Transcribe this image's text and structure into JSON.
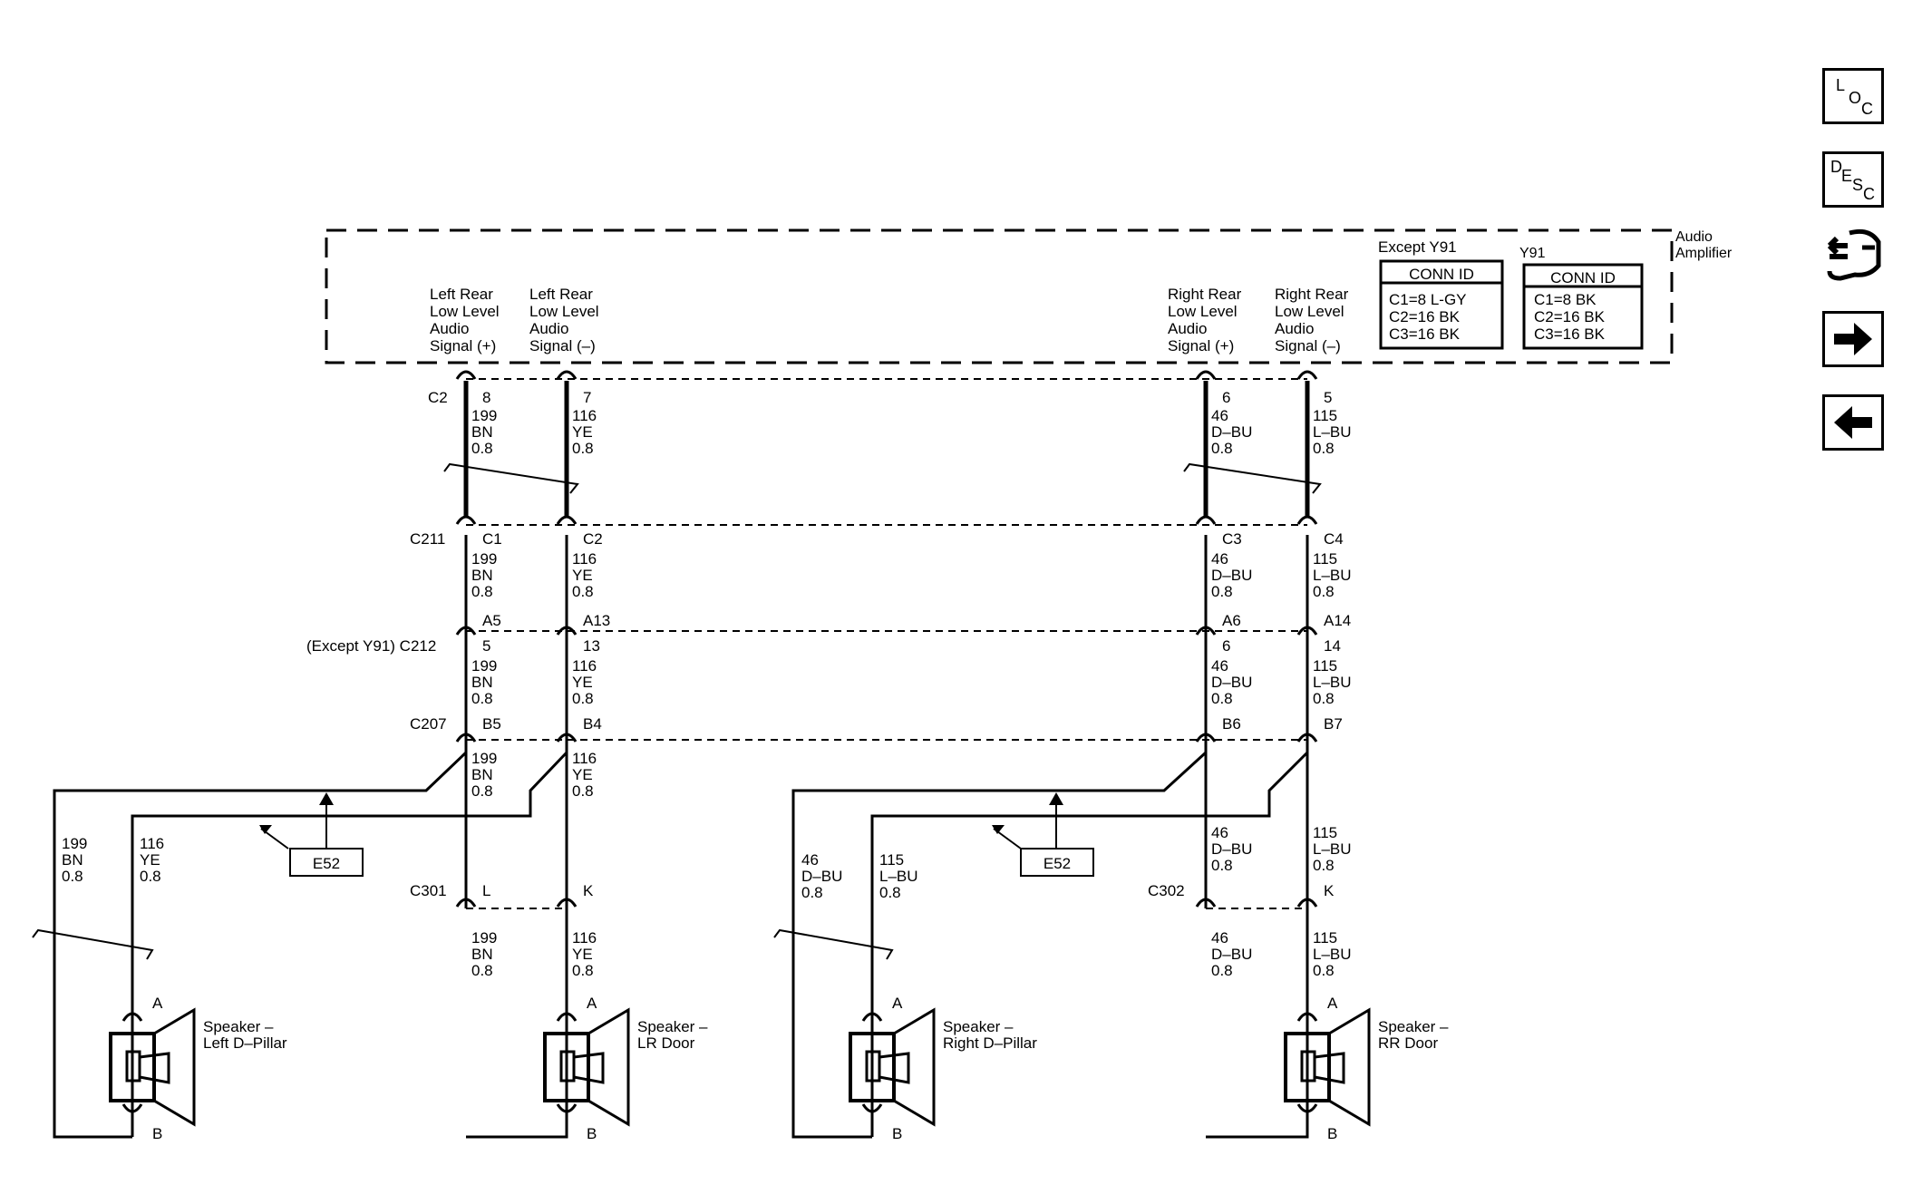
{
  "amplifier": {
    "name": "Audio\nAmplifier",
    "except_title": "Except Y91",
    "y91_title": "Y91",
    "conn_id_label": "CONN ID",
    "except_rows": [
      "C1=8 L-GY",
      "C2=16 BK",
      "C3=16 BK"
    ],
    "y91_rows": [
      "C1=8 BK",
      "C2=16 BK",
      "C3=16 BK"
    ]
  },
  "signals": [
    {
      "label": "Left Rear\nLow Level\nAudio\nSignal (+)"
    },
    {
      "label": "Left Rear\nLow Level\nAudio\nSignal (–)"
    },
    {
      "label": "Right Rear\nLow Level\nAudio\nSignal (+)"
    },
    {
      "label": "Right Rear\nLow Level\nAudio\nSignal (–)"
    }
  ],
  "connectors": {
    "c2": "C2",
    "c211": "C211",
    "c212": "(Except Y91) C212",
    "c207": "C207",
    "c301": "C301",
    "c302": "C302"
  },
  "pins": {
    "c2": [
      "8",
      "7",
      "6",
      "5"
    ],
    "c211": [
      "C1",
      "C2",
      "C3",
      "C4"
    ],
    "a_row": [
      "A5",
      "A13",
      "A6",
      "A14"
    ],
    "c212": [
      "5",
      "13",
      "6",
      "14"
    ],
    "c207": [
      "B5",
      "B4",
      "B6",
      "B7"
    ],
    "c301": [
      "L",
      "K"
    ],
    "c302": [
      "K"
    ]
  },
  "wires": {
    "w199": "199\nBN\n0.8",
    "w116": "116\nYE\n0.8",
    "w46": "46\nD–BU\n0.8",
    "w115": "115\nL–BU\n0.8"
  },
  "ground_ref": "E52",
  "speakers": [
    {
      "label": "Speaker –\nLeft D–Pillar",
      "pin_a": "A",
      "pin_b": "B"
    },
    {
      "label": "Speaker –\nLR Door",
      "pin_a": "A",
      "pin_b": "B"
    },
    {
      "label": "Speaker –\nRight D–Pillar",
      "pin_a": "A",
      "pin_b": "B"
    },
    {
      "label": "Speaker –\nRR Door",
      "pin_a": "A",
      "pin_b": "B"
    }
  ],
  "nav": {
    "loc": [
      "L",
      "O",
      "C"
    ],
    "desc": [
      "D",
      "E",
      "S",
      "C"
    ],
    "icons": [
      "loc-button-icon",
      "desc-button-icon",
      "connector-wrench-icon",
      "arrow-right-icon",
      "arrow-left-icon"
    ]
  }
}
